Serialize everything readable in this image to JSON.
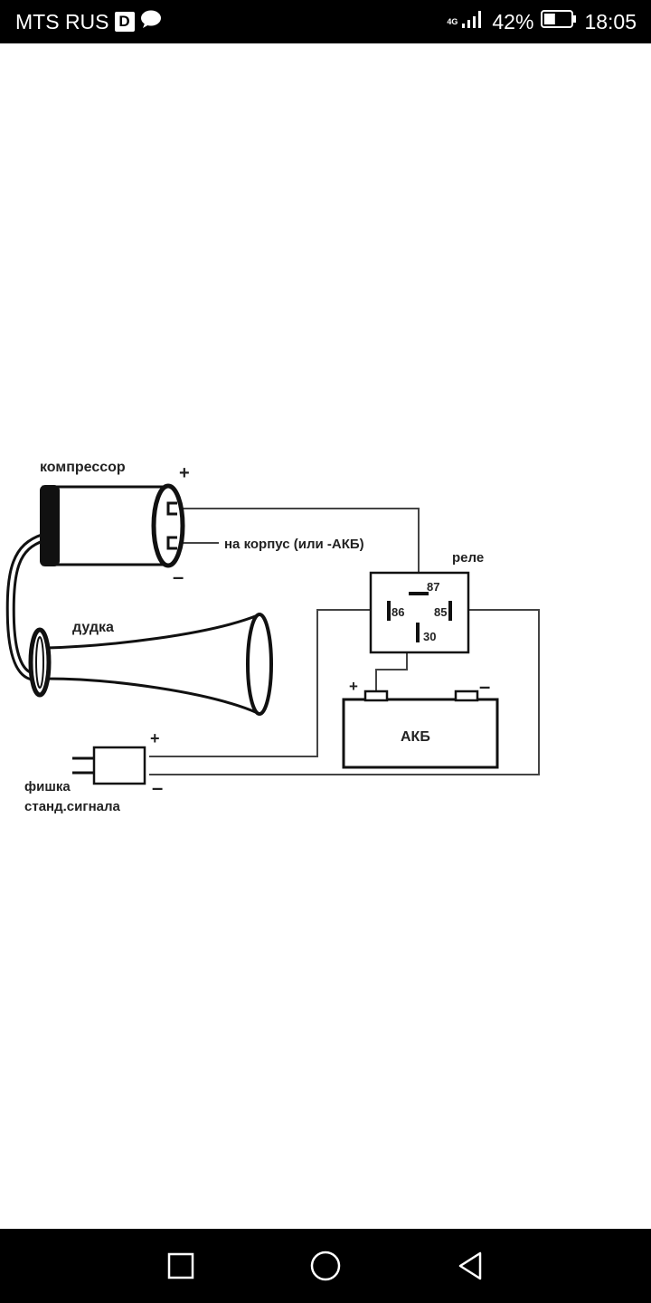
{
  "status_bar": {
    "carrier": "MTS RUS",
    "sim_badge": "D",
    "network_type": "4G",
    "battery_percent": "42%",
    "battery_level": 0.42,
    "time": "18:05",
    "icons": [
      "chat-bubble-icon",
      "signal-icon",
      "battery-icon"
    ]
  },
  "diagram": {
    "compressor_label": "компрессор",
    "compressor_plus": "+",
    "compressor_minus": "–",
    "ground_label": "на корпус (или -АКБ)",
    "relay_label": "реле",
    "pin_87": "87",
    "pin_86": "86",
    "pin_85": "85",
    "pin_30": "30",
    "horn_label": "дудка",
    "battery_label": "АКБ",
    "battery_plus": "+",
    "battery_minus": "–",
    "connector_plus": "+",
    "connector_minus": "–",
    "connector_label_line1": "фишка",
    "connector_label_line2": "станд.сигнала"
  },
  "nav_bar": {
    "icons": [
      "recent-apps-icon",
      "home-icon",
      "back-icon"
    ]
  }
}
